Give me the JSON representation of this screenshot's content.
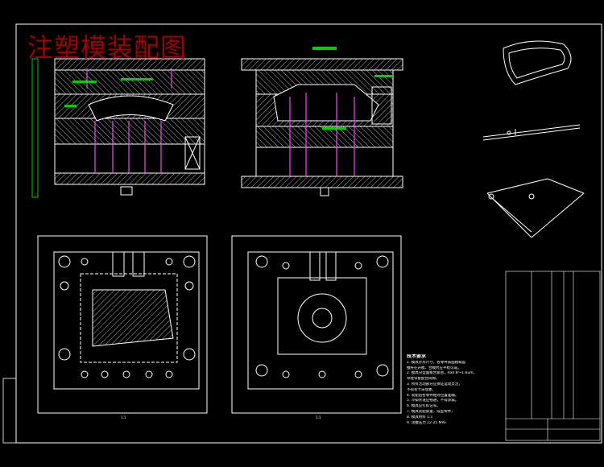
{
  "drawing": {
    "title": "注塑模装配图",
    "technical_requirements": {
      "heading": "技术要求",
      "lines": [
        "1. 模具外形尺寸，各零件表面粗糙度",
        "   推杆在开模、合模时应平稳可靠。",
        "2. 模具分型面接合紧密，Ra0.8～1.6um，",
        "   导柱导套配合间隙。",
        "3. 所有活动部分应保证运动灵活，",
        "   不得有卡滞现象。",
        "4. 装配后各零件相对位置准确。",
        "5. 冷却水道应畅通，不得渗漏。",
        "6. 模具应打标记号。",
        "7. 模具装配质量，成型零件，",
        "8. 模具材料 1:1",
        "9. 试模压力 22-25 MPa"
      ]
    },
    "scale_labels": [
      "1:1",
      "1:1"
    ],
    "colors": {
      "background": "#000000",
      "outline": "#ffffff",
      "hatch": "#c8c8c8",
      "title": "#a00000",
      "green": "#00d000",
      "red": "#ff3030",
      "magenta": "#ff40ff",
      "yellow": "#ffff00"
    }
  }
}
